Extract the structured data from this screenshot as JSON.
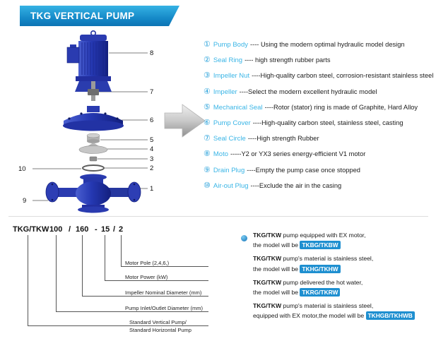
{
  "colors": {
    "accent": "#1487c6",
    "part_name": "#3ab5e6",
    "highlight": "#1e8fd0",
    "motor_blue": "#2a3bb0"
  },
  "header": {
    "title": "TKG VERTICAL PUMP"
  },
  "diagram": {
    "callouts": [
      "8",
      "7",
      "6",
      "5",
      "4",
      "3",
      "2",
      "10",
      "1",
      "9"
    ]
  },
  "parts": [
    {
      "num": "①",
      "name": "Pump Body",
      "desc": "---- Using the modern optimal hydraulic model design"
    },
    {
      "num": "②",
      "name": "Seal Ring",
      "desc": "---- high strength rubber parts"
    },
    {
      "num": "③",
      "name": "Impeller Nut",
      "desc": "----High-quality carbon steel, corrosion-resistant stainless steel"
    },
    {
      "num": "④",
      "name": "Impeller",
      "desc": "----Select the modern excellent hydraulic model"
    },
    {
      "num": "⑤",
      "name": "Mechanical Seal",
      "desc": "----Rotor (stator) ring is made of Graphite, Hard Alloy"
    },
    {
      "num": "⑥",
      "name": "Pump Cover",
      "desc": "----High-quality carbon steel, stainless steel, casting"
    },
    {
      "num": "⑦",
      "name": "Seal Circle",
      "desc": "----High strength Rubber"
    },
    {
      "num": "⑧",
      "name": "Moto",
      "desc": "-----Y2 or YX3 series energy-efficient V1 motor"
    },
    {
      "num": "⑨",
      "name": "Drain Plug",
      "desc": "----Empty the pump case once stopped"
    },
    {
      "num": "⑩",
      "name": "Air-out Plug",
      "desc": "----Exclude the air in the casing"
    }
  ],
  "model_code": {
    "segments": [
      "TKG/TKW",
      "100",
      "/",
      "160",
      "-",
      "15",
      "/",
      "2"
    ],
    "labels": [
      "Motor Pole (2,4,6,)",
      "Motor Power  (kW)",
      "Impeller Nominal Diameter (mm)",
      "Pump Inlet/Outlet Diameter (mm)"
    ],
    "label_vertical": "Standard Vertical Pump/",
    "label_horizontal": "Standard  Horizontal Pump"
  },
  "notes": [
    {
      "brand": "TKG/TKW",
      "line1": " pump equipped with EX motor,",
      "line2": "the model will be ",
      "model": "TKBG/TKBW"
    },
    {
      "brand": "TKG/TKW",
      "line1": " pump's material is stainless steel,",
      "line2": "the model will be ",
      "model": "TKHG/TKHW"
    },
    {
      "brand": "TKG/TKW",
      "line1": " pump delivered the hot water,",
      "line2": "the model will be ",
      "model": "TKRG/TKRW"
    },
    {
      "brand": "TKG/TKW",
      "line1": " pump's material is stainless steel,",
      "line2": "equipped with EX motor,the model will be ",
      "model": "TKHGB/TKHWB"
    }
  ]
}
